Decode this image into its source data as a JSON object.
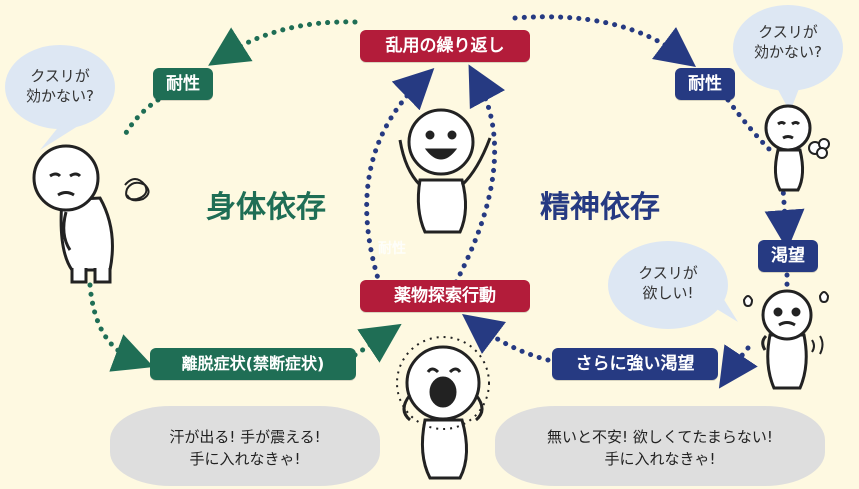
{
  "colors": {
    "background": "#fef9e1",
    "physical": "#1f6e55",
    "mental": "#263a82",
    "core": "#b31c3a",
    "dots": "#1f6e55",
    "bubble_blue": "#dde7f3",
    "bubble_gray": "#dedede"
  },
  "center": {
    "top_label": "乱用の繰り返し",
    "bottom_label": "薬物探索行動",
    "faint_text": "耐性"
  },
  "physical": {
    "title": "身体依存",
    "tolerance_label": "耐性",
    "withdrawal_label": "離脱症状(禁断症状)",
    "thought_line1": "クスリが",
    "thought_line2": "効かない?",
    "speech_line1": "汗が出る! 手が震える!",
    "speech_line2": "手に入れなきゃ!"
  },
  "mental": {
    "title": "精神依存",
    "tolerance_label": "耐性",
    "craving_label": "渇望",
    "strong_craving_label": "さらに強い渇望",
    "thought1_line1": "クスリが",
    "thought1_line2": "効かない?",
    "thought2_line1": "クスリが",
    "thought2_line2": "欲しい!",
    "speech_line1": "無いと不安! 欲しくてたまらない!",
    "speech_line2": "手に入れなきゃ!"
  },
  "icons": [
    "tangled-scribble-icon",
    "sigh-puff-icon",
    "sweat-drops-icon",
    "shiver-lines-icon"
  ]
}
